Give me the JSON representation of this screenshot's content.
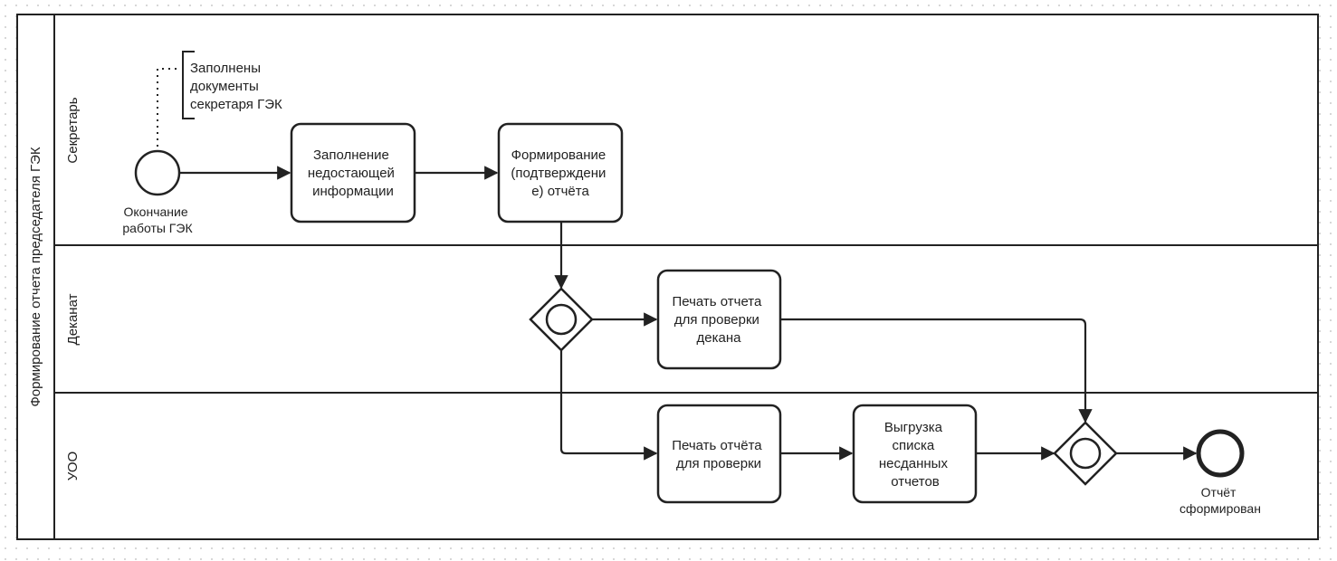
{
  "pool": {
    "label": "Формирование отчета председателя ГЭК"
  },
  "lanes": [
    {
      "label": "Секретарь"
    },
    {
      "label": "Деканат"
    },
    {
      "label": "УОО"
    }
  ],
  "annotation": {
    "lines": [
      "Заполнены",
      "документы",
      "секретаря ГЭК"
    ]
  },
  "start_event": {
    "lines": [
      "Окончание",
      "работы ГЭК"
    ]
  },
  "tasks": {
    "fill_missing": {
      "lines": [
        "Заполнение",
        "недостающей",
        "информации"
      ]
    },
    "form_report": {
      "lines": [
        "Формирование",
        "(подтверждени",
        "е) отчёта"
      ]
    },
    "print_dean": {
      "lines": [
        "Печать отчета",
        "для проверки",
        "декана"
      ]
    },
    "print_check": {
      "lines": [
        "Печать отчёта",
        "для проверки"
      ]
    },
    "export_list": {
      "lines": [
        "Выгрузка",
        "списка",
        "несданных",
        "отчетов"
      ]
    }
  },
  "end_event": {
    "lines": [
      "Отчёт",
      "сформирован"
    ]
  }
}
